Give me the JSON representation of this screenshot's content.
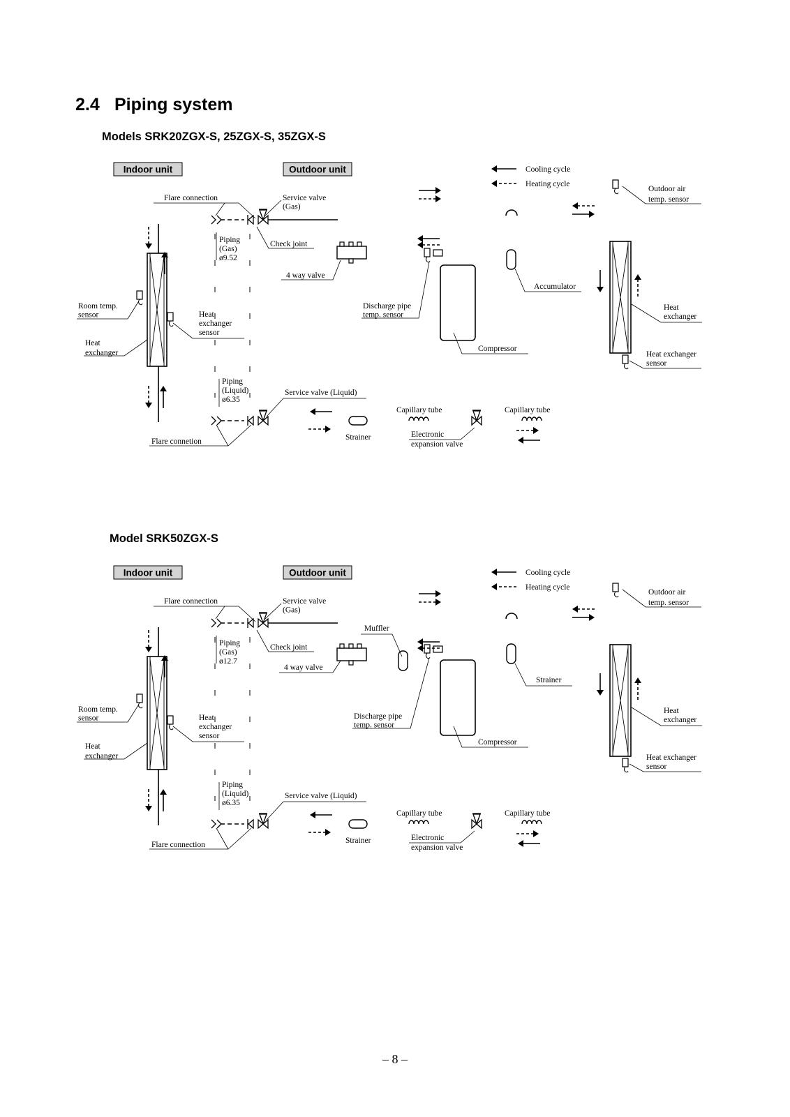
{
  "section": {
    "number": "2.4",
    "title": "Piping system"
  },
  "diagrams": [
    {
      "model_title": "Models  SRK20ZGX-S, 25ZGX-S, 35ZGX-S",
      "indoor_unit": "Indoor unit",
      "outdoor_unit": "Outdoor unit",
      "legend": {
        "cooling": "Cooling cycle",
        "heating": "Heating cycle"
      },
      "flare_top": "Flare connection",
      "service_gas": [
        "Service valve",
        "(Gas)"
      ],
      "piping_gas": [
        "Piping",
        "(Gas)",
        "ø9.52"
      ],
      "check_joint": "Check joint",
      "four_way": "4 way valve",
      "room_sensor": [
        "Room temp.",
        "sensor"
      ],
      "indoor_hx_sensor": [
        "Heat",
        "exchanger",
        "sensor"
      ],
      "indoor_hx": [
        "Heat",
        "exchanger"
      ],
      "piping_liquid": [
        "Piping",
        "(Liquid)",
        "ø6.35"
      ],
      "service_liquid": "Service valve (Liquid)",
      "flare_bottom": "Flare connetion",
      "strainer": "Strainer",
      "cap_tube_1": "Capillary tube",
      "eev": [
        "Electronic",
        "expansion valve"
      ],
      "cap_tube_2": "Capillary tube",
      "discharge": [
        "Discharge pipe",
        "temp. sensor"
      ],
      "compressor": "Compressor",
      "right_component": "Accumulator",
      "outdoor_air": [
        "Outdoor air",
        "temp. sensor"
      ],
      "outdoor_hx": [
        "Heat",
        "exchanger"
      ],
      "outdoor_hx_sensor": [
        "Heat exchanger",
        "sensor"
      ],
      "muffler": ""
    },
    {
      "model_title": "Model  SRK50ZGX-S",
      "indoor_unit": "Indoor unit",
      "outdoor_unit": "Outdoor unit",
      "legend": {
        "cooling": "Cooling cycle",
        "heating": "Heating cycle"
      },
      "flare_top": "Flare connection",
      "service_gas": [
        "Service valve",
        "(Gas)"
      ],
      "piping_gas": [
        "Piping",
        "(Gas)",
        "ø12.7"
      ],
      "check_joint": "Check joint",
      "four_way": "4 way valve",
      "room_sensor": [
        "Room temp.",
        "sensor"
      ],
      "indoor_hx_sensor": [
        "Heat",
        "exchanger",
        "sensor"
      ],
      "indoor_hx": [
        "Heat",
        "exchanger"
      ],
      "piping_liquid": [
        "Piping",
        "(Liquid)",
        "ø6.35"
      ],
      "service_liquid": "Service valve (Liquid)",
      "flare_bottom": "Flare connection",
      "strainer": "Strainer",
      "cap_tube_1": "Capillary tube",
      "eev": [
        "Electronic",
        "expansion valve"
      ],
      "cap_tube_2": "Capillary tube",
      "discharge": [
        "Discharge pipe",
        "temp. sensor"
      ],
      "compressor": "Compressor",
      "right_component": "Strainer",
      "outdoor_air": [
        "Outdoor air",
        "temp. sensor"
      ],
      "outdoor_hx": [
        "Heat",
        "exchanger"
      ],
      "outdoor_hx_sensor": [
        "Heat exchanger",
        "sensor"
      ],
      "muffler": "Muffler"
    }
  ],
  "page_number": "– 8 –"
}
